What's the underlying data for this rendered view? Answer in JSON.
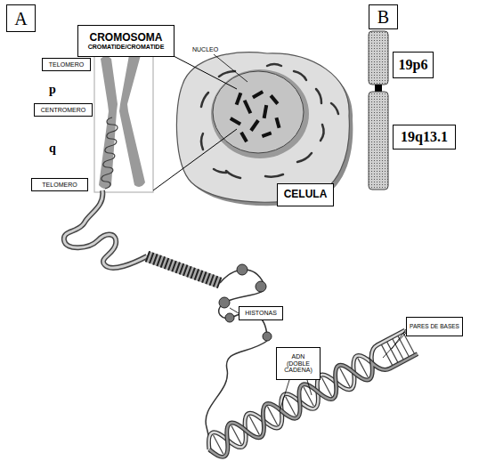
{
  "diagram": {
    "nodes": [
      {
        "text": [
          "A"
        ]
      },
      {
        "text": [
          "CROMOSOMA",
          "CROMATIDE/CROMATIDE"
        ]
      },
      {
        "text": [
          "B"
        ]
      },
      {
        "text": [
          "TELOMERO"
        ]
      },
      {
        "text": [
          "19p6"
        ]
      },
      {
        "text": [
          "CENTROMERO"
        ]
      },
      {
        "text": [
          "19q13.1"
        ]
      },
      {
        "text": [
          "TELOMERO"
        ]
      },
      {
        "text": [
          "CELULA"
        ]
      },
      {
        "text": [
          "HISTONAS"
        ]
      },
      {
        "text": [
          "PARES DE BASES"
        ]
      },
      {
        "text": [
          "ADN (DOBLE CADENA)"
        ]
      }
    ],
    "labels": [
      "NUCLEO",
      "p",
      "q"
    ]
  }
}
